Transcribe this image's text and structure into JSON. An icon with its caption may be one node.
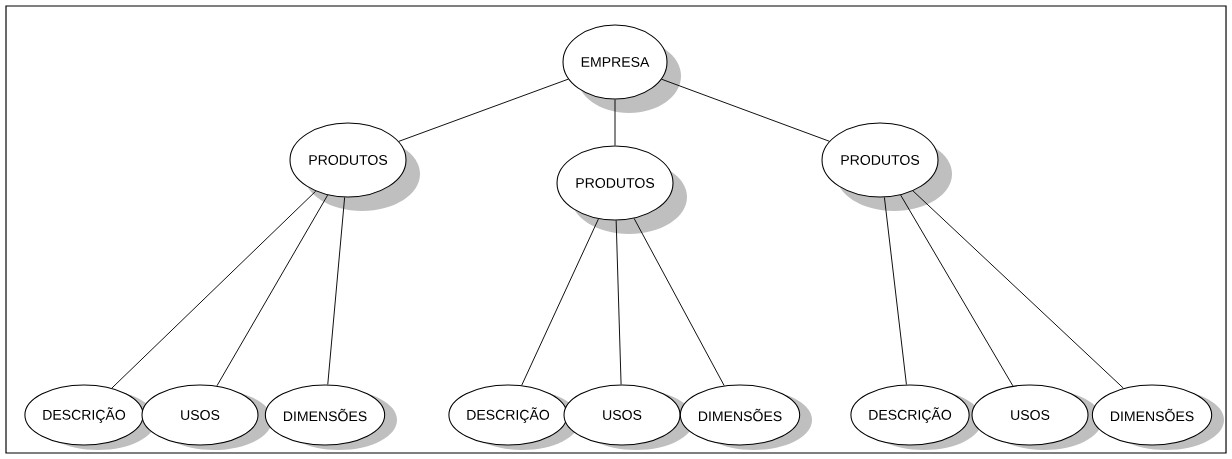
{
  "diagram": {
    "nodes": [
      {
        "text": [
          "EMPRESA"
        ]
      },
      {
        "text": [
          "PRODUTOS"
        ]
      },
      {
        "text": [
          "PRODUTOS"
        ]
      },
      {
        "text": [
          "PRODUTOS"
        ]
      },
      {
        "text": [
          "DESCRIÇÃO"
        ]
      },
      {
        "text": [
          "USOS"
        ]
      },
      {
        "text": [
          "DIMENSÕES"
        ]
      },
      {
        "text": [
          "DESCRIÇÃO"
        ]
      },
      {
        "text": [
          "USOS"
        ]
      },
      {
        "text": [
          "DIMENSÕES"
        ]
      },
      {
        "text": [
          "DESCRIÇÃO"
        ]
      },
      {
        "text": [
          "USOS"
        ]
      },
      {
        "text": [
          "DIMENSÕES"
        ]
      }
    ],
    "edges": [
      {
        "from": 0,
        "to": 1,
        "arrow": "none"
      },
      {
        "from": 0,
        "to": 2,
        "arrow": "none"
      },
      {
        "from": 0,
        "to": 3,
        "arrow": "none"
      },
      {
        "from": 1,
        "to": 4,
        "arrow": "none"
      },
      {
        "from": 1,
        "to": 5,
        "arrow": "none"
      },
      {
        "from": 1,
        "to": 6,
        "arrow": "none"
      },
      {
        "from": 2,
        "to": 7,
        "arrow": "none"
      },
      {
        "from": 2,
        "to": 8,
        "arrow": "none"
      },
      {
        "from": 2,
        "to": 9,
        "arrow": "none"
      },
      {
        "from": 3,
        "to": 10,
        "arrow": "none"
      },
      {
        "from": 3,
        "to": 11,
        "arrow": "none"
      },
      {
        "from": 3,
        "to": 12,
        "arrow": "none"
      }
    ]
  }
}
